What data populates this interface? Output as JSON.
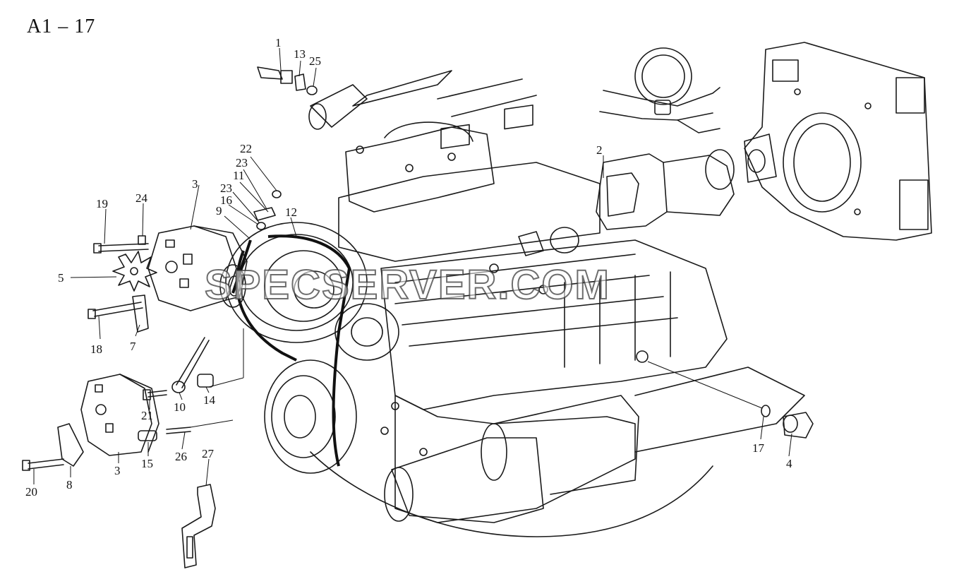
{
  "page": {
    "title": "A1 – 17"
  },
  "watermark": {
    "text": "SPECSERVER.COM"
  },
  "callouts": {
    "c1": "1",
    "c2": "2",
    "c3a": "3",
    "c3b": "3",
    "c4": "4",
    "c5": "5",
    "c7": "7",
    "c8": "8",
    "c9": "9",
    "c10": "10",
    "c11": "11",
    "c12": "12",
    "c13": "13",
    "c14": "14",
    "c15": "15",
    "c16": "16",
    "c17": "17",
    "c18": "18",
    "c19": "19",
    "c20": "20",
    "c21": "21",
    "c22": "22",
    "c23a": "23",
    "c23b": "23",
    "c24": "24",
    "c25": "25",
    "c26": "26",
    "c27": "27"
  },
  "icons": {
    "alternator": "alternator-icon",
    "starter": "starter-motor-icon",
    "flywheel_housing": "flywheel-housing-icon",
    "cable_harness": "cable-harness-icon",
    "engine_block": "engine-block-icon",
    "sensor": "sensor-icon"
  }
}
